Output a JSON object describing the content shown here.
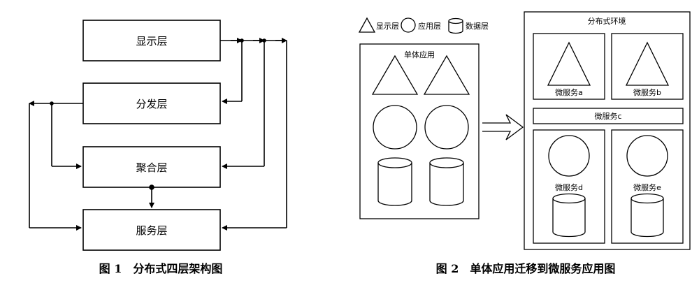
{
  "fig1": {
    "boxes": [
      "显示层",
      "分发层",
      "聚合层",
      "服务层"
    ],
    "caption": "图 1　分布式四层架构图"
  },
  "fig2": {
    "legend": {
      "presentation": "显示层",
      "application": "应用层",
      "data": "数据层"
    },
    "monolith_title": "单体应用",
    "env_title": "分布式环境",
    "services": {
      "a": "微服务a",
      "b": "微服务b",
      "c": "微服务c",
      "d": "微服务d",
      "e": "微服务e"
    },
    "caption": "图 2　单体应用迁移到微服务应用图"
  }
}
